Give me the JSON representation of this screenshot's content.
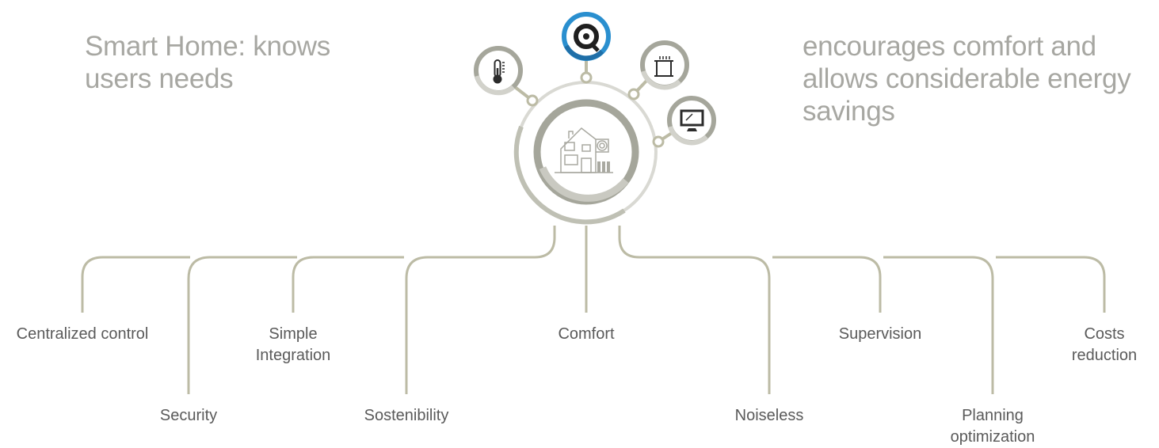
{
  "headline_left": "Smart Home: knows users needs",
  "headline_right": "encourages comfort and allows considerable energy savings",
  "colors": {
    "line": "#bcbba5",
    "ring_dark": "#a3a49a",
    "ring_light": "#d6d6d0",
    "accent": "#2a8fcf",
    "icon": "#2b2b2b",
    "text": "#5a5a5a",
    "heading": "#a7a7a2"
  },
  "hub": {
    "center_icon": "house-icon",
    "satellites": [
      {
        "name": "thermometer-icon",
        "highlighted": false
      },
      {
        "name": "brand-logo-icon",
        "highlighted": true
      },
      {
        "name": "radiator-icon",
        "highlighted": false
      },
      {
        "name": "monitor-icon",
        "highlighted": false
      }
    ]
  },
  "features": [
    {
      "label": "Centralized control"
    },
    {
      "label": "Security"
    },
    {
      "label": "Simple\nIntegration"
    },
    {
      "label": "Sostenibility"
    },
    {
      "label": "Comfort"
    },
    {
      "label": "Noiseless"
    },
    {
      "label": "Supervision"
    },
    {
      "label": "Planning\noptimization"
    },
    {
      "label": "Costs\nreduction"
    }
  ]
}
